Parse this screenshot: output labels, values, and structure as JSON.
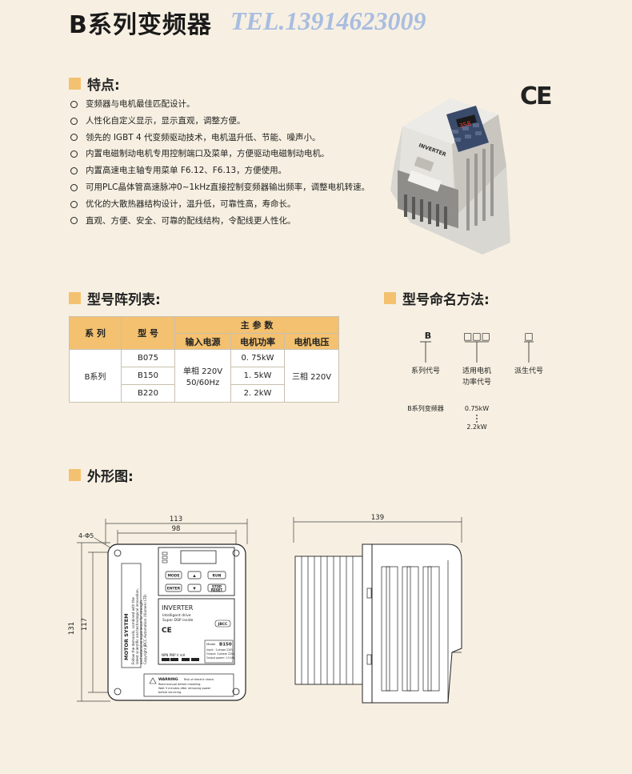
{
  "header": {
    "title": "B系列变频器",
    "tel": "TEL.13914623009"
  },
  "features": {
    "heading": "特点:",
    "items": [
      "变频器与电机最佳匹配设计。",
      "人性化自定义显示，显示直观，调整方便。",
      "领先的 IGBT 4 代变频驱动技术，电机温升低、节能、噪声小。",
      "内置电磁制动电机专用控制端口及菜单，方便驱动电磁制动电机。",
      "内置高速电主轴专用菜单 F6.12、F6.13，方便使用。",
      "可用PLC晶体管高速脉冲0~1kHz直接控制变频器输出频率，调整电机转速。",
      "优化的大散热器结构设计，温升低，可靠性高，寿命长。",
      "直观、方便、安全、可靠的配线结构，令配线更人性化。"
    ]
  },
  "ce_mark": "CE",
  "product": {
    "display_value": "358",
    "label": "INVERTER",
    "icon": "inverter-device-photo"
  },
  "model_table": {
    "heading": "型号阵列表:",
    "col_series": "系 列",
    "col_model": "型 号",
    "col_params": "主 参 数",
    "col_input": "输入电源",
    "col_power": "电机功率",
    "col_voltage": "电机电压",
    "series": "B系列",
    "input_line1": "单相 220V",
    "input_line2": "50/60Hz",
    "voltage": "三相 220V",
    "rows": [
      {
        "model": "B075",
        "power": "0. 75kW"
      },
      {
        "model": "B150",
        "power": "1. 5kW"
      },
      {
        "model": "B220",
        "power": "2. 2kW"
      }
    ]
  },
  "naming": {
    "heading": "型号命名方法:",
    "code_series": "B",
    "code_power": "□□□",
    "code_derived": "□",
    "label_series": "系列代号",
    "label_power_1": "适用电机",
    "label_power_2": "功率代号",
    "label_derived": "派生代号",
    "example_series": "B系列变频器",
    "example_min": "0.75kW",
    "example_max": "2.2kW"
  },
  "outline": {
    "heading": "外形图:",
    "dim_width_outer": "113",
    "dim_width_inner": "98",
    "dim_hole": "4-Φ5",
    "dim_height_outer": "131",
    "dim_height_inner": "117",
    "dim_depth": "139",
    "front": {
      "key_mode": "MODE",
      "key_up": "▲",
      "key_run": "RUN",
      "key_enter": "ENTER",
      "key_down": "▼",
      "key_stop_1": "STOP",
      "key_stop_2": "RESET",
      "inverter": "INVERTER",
      "sub1": "Intelligent drive",
      "sub2": "Super DSP inside",
      "ce": "CE",
      "brand": "JBCC",
      "model_label": "Model",
      "model_value": "B150",
      "spec1": "Input :  1-phase 220V",
      "spec2": "Output: 3-phase 220V",
      "spec3": "Output power: 1.5 kW",
      "switch_labels": "NPN  PNP    V    mA",
      "warning_title": "WARNING",
      "warning_sub": "Risk of electric shock.",
      "warn1": "Read manual before installing.",
      "warn2": "Wait 5 minutes after removing power",
      "warn3": "before servicing.",
      "side_brand": "MOTOR SYSTEM",
      "side_1": "Follow the demands, combined with the",
      "side_2": "latest scientific and technological innovation,",
      "side_3": "and extensive experience for strength.",
      "side_4": "Copyright JBCC Automation (Xiamen) LTD."
    }
  },
  "colors": {
    "background": "#f7f0e2",
    "accent": "#f3c170",
    "tel": "#a9bde0"
  }
}
